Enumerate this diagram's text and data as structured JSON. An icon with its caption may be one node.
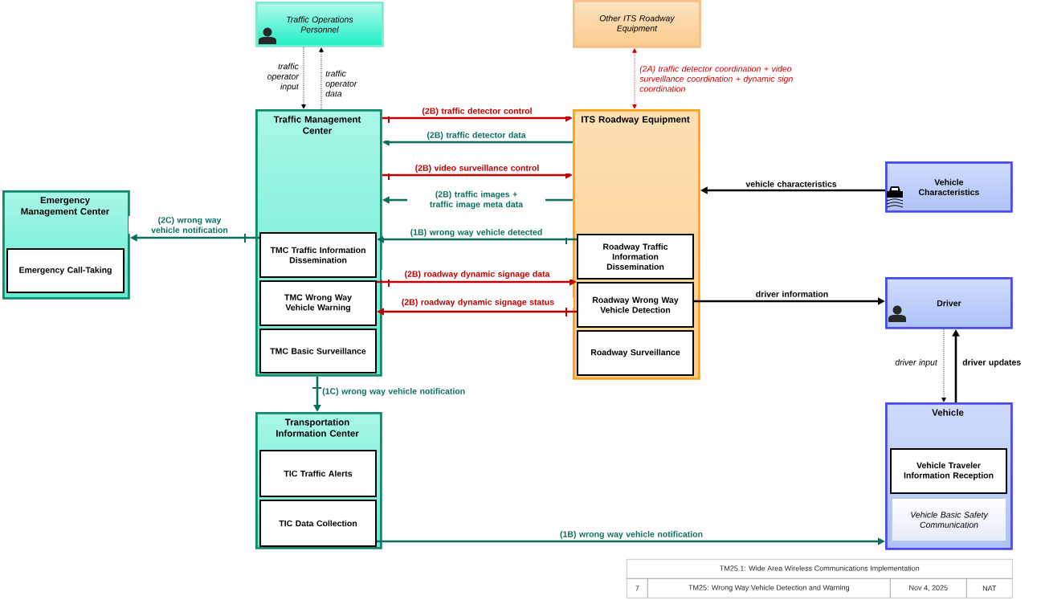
{
  "diagram": {
    "nodes": [
      {
        "text": [
          "Traffic Operations Personnel"
        ]
      },
      {
        "text": [
          "Other ITS Roadway Equipment"
        ]
      },
      {
        "text": [
          "Traffic Management Center"
        ]
      },
      {
        "text": [
          "TMC Traffic Information Dissemination"
        ],
        "in": 2
      },
      {
        "text": [
          "TMC Wrong Way Vehicle Warning"
        ],
        "in": 2
      },
      {
        "text": [
          "TMC Basic Surveillance"
        ],
        "in": 2
      },
      {
        "text": [
          "ITS Roadway Equipment"
        ]
      },
      {
        "text": [
          "Roadway Traffic Information Dissemination"
        ],
        "in": 6
      },
      {
        "text": [
          "Roadway Wrong Way Vehicle Detection"
        ],
        "in": 6
      },
      {
        "text": [
          "Roadway Surveillance"
        ],
        "in": 6
      },
      {
        "text": [
          "Emergency Management Center"
        ]
      },
      {
        "text": [
          "Emergency Call-Taking"
        ],
        "in": 10
      },
      {
        "text": [
          "Vehicle Characteristics"
        ]
      },
      {
        "text": [
          "Driver"
        ]
      },
      {
        "text": [
          "Transportation Information Center"
        ]
      },
      {
        "text": [
          "TIC Traffic Alerts"
        ],
        "in": 14
      },
      {
        "text": [
          "TIC Data Collection"
        ],
        "in": 14
      },
      {
        "text": [
          "Vehicle"
        ]
      },
      {
        "text": [
          "Vehicle Traveler Information Reception"
        ],
        "in": 17
      },
      {
        "text": [
          "Vehicle Basic Safety Communication"
        ],
        "in": 17
      }
    ],
    "edges": [
      {
        "from": 0,
        "to": 2,
        "arrow": "to",
        "label": "traffic operator input",
        "style": "dashed"
      },
      {
        "from": 2,
        "to": 0,
        "arrow": "to",
        "label": "traffic operator data",
        "style": "dashed"
      },
      {
        "from": 6,
        "to": 1,
        "arrow": "both",
        "label": "(2A) traffic detector coordination + video surveillance coordination + dynamic sign coordination",
        "style": "dashed",
        "color": "#d00000"
      },
      {
        "from": 2,
        "to": 6,
        "arrow": "to",
        "label": "(2B) traffic detector control",
        "color": "#c00000"
      },
      {
        "from": 6,
        "to": 2,
        "arrow": "to",
        "label": "(2B) traffic detector data",
        "color": "#0b6e5e"
      },
      {
        "from": 2,
        "to": 6,
        "arrow": "to",
        "label": "(2B) video surveillance control",
        "color": "#c00000"
      },
      {
        "from": 6,
        "to": 2,
        "arrow": "to",
        "label": "(2B) traffic images + traffic image meta data",
        "color": "#0b6e5e"
      },
      {
        "from": 7,
        "to": 3,
        "arrow": "to",
        "label": "(1B) wrong way vehicle detected",
        "color": "#0b6e5e"
      },
      {
        "from": 4,
        "to": 8,
        "arrow": "to",
        "label": "(2B) roadway dynamic signage data",
        "color": "#c00000"
      },
      {
        "from": 8,
        "to": 4,
        "arrow": "to",
        "label": "(2B) roadway dynamic signage status",
        "color": "#c00000"
      },
      {
        "from": 3,
        "to": 10,
        "arrow": "to",
        "label": "(2C) wrong way vehicle notification",
        "color": "#0b6e5e"
      },
      {
        "from": 12,
        "to": 6,
        "arrow": "to",
        "label": "vehicle characteristics"
      },
      {
        "from": 8,
        "to": 13,
        "arrow": "to",
        "label": "driver information"
      },
      {
        "from": 13,
        "to": 17,
        "arrow": "to",
        "label": "driver input",
        "style": "dashed"
      },
      {
        "from": 17,
        "to": 13,
        "arrow": "to",
        "label": "driver updates"
      },
      {
        "from": 2,
        "to": 14,
        "arrow": "to",
        "label": "(1C) wrong way vehicle notification",
        "color": "#0b6e5e"
      },
      {
        "from": 16,
        "to": 17,
        "arrow": "to",
        "label": "(1B) wrong way vehicle notification",
        "color": "#0b6e5e"
      }
    ],
    "labels": [
      "TM25.1: Wide Area Wireless Communications Implementation",
      "7",
      "TM25: Wrong Way Vehicle Detection and Warning",
      "Nov 4, 2025",
      "NAT"
    ]
  }
}
